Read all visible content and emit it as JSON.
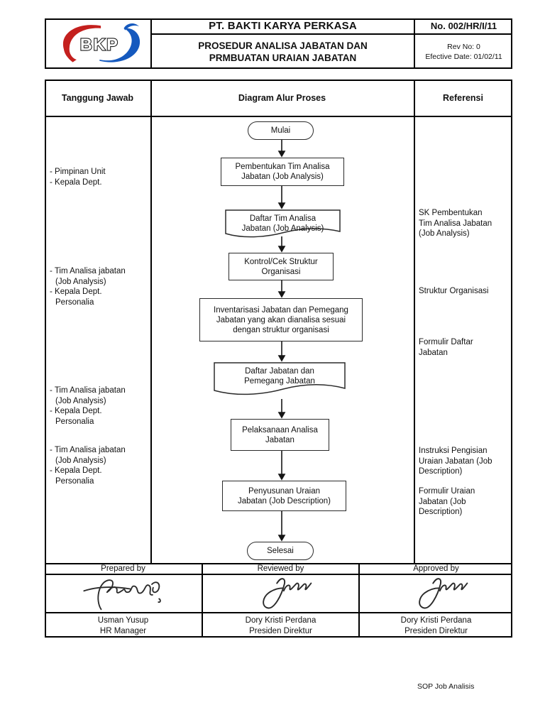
{
  "header": {
    "logo_text": "BKP",
    "logo_red": "#C4201E",
    "logo_blue": "#1559BE",
    "company": "PT. BAKTI KARYA PERKASA",
    "title_line1": "PROSEDUR ANALISA JABATAN DAN",
    "title_line2": "PRMBUATAN URAIAN JABATAN",
    "doc_no": "No. 002/HR/I/11",
    "rev_no": "Rev No: 0",
    "effective_date": "Efective Date: 01/02/11"
  },
  "table": {
    "col_responsibility": "Tanggung Jawab",
    "col_diagram": "Diagram Alur Proses",
    "col_reference": "Referensi"
  },
  "responsibilities": [
    {
      "lines": [
        "- Pimpinan Unit",
        "- Kepala Dept."
      ]
    },
    {
      "lines": [
        "- Tim Analisa jabatan",
        "(Job Analysis)",
        "- Kepala Dept.",
        "Personalia"
      ]
    },
    {
      "lines": [
        "- Tim Analisa jabatan",
        "(Job Analysis)",
        "- Kepala Dept.",
        "Personalia"
      ]
    },
    {
      "lines": [
        "- Tim Analisa jabatan",
        "(Job Analysis)",
        "- Kepala Dept.",
        "Personalia"
      ]
    }
  ],
  "flow": {
    "nodes": [
      {
        "type": "terminator",
        "lines": [
          "Mulai"
        ]
      },
      {
        "type": "process",
        "lines": [
          "Pembentukan Tim Analisa",
          "Jabatan (Job Analysis)"
        ]
      },
      {
        "type": "document",
        "lines": [
          "Daftar Tim Analisa",
          "Jabatan (Job Analysis)"
        ]
      },
      {
        "type": "process",
        "lines": [
          "Kontrol/Cek Struktur",
          "Organisasi"
        ]
      },
      {
        "type": "process",
        "lines": [
          "Inventarisasi Jabatan dan Pemegang",
          "Jabatan yang akan dianalisa sesuai",
          "dengan struktur organisasi"
        ]
      },
      {
        "type": "document",
        "lines": [
          "Daftar Jabatan dan",
          "Pemegang Jabatan"
        ]
      },
      {
        "type": "process",
        "lines": [
          "Pelaksanaan Analisa",
          "Jabatan"
        ]
      },
      {
        "type": "process",
        "lines": [
          "Penyusunan Uraian",
          "Jabatan (Job Description)"
        ]
      },
      {
        "type": "terminator",
        "lines": [
          "Selesai"
        ]
      }
    ]
  },
  "references": [
    {
      "lines": [
        "SK Pembentukan",
        "Tim Analisa Jabatan",
        "(Job Analysis)"
      ]
    },
    {
      "lines": [
        "Struktur Organisasi"
      ]
    },
    {
      "lines": [
        "Formulir Daftar",
        "Jabatan"
      ]
    },
    {
      "lines": [
        "Instruksi Pengisian",
        "Uraian Jabatan (Job",
        "Description)"
      ]
    },
    {
      "lines": [
        "Formulir Uraian",
        "Jabatan (Job",
        "Description)"
      ]
    }
  ],
  "signoff": {
    "prepared": {
      "label": "Prepared by",
      "name": "Usman Yusup",
      "title": "HR Manager"
    },
    "reviewed": {
      "label": "Reviewed by",
      "name": "Dory Kristi Perdana",
      "title": "Presiden Direktur"
    },
    "approved": {
      "label": "Approved by",
      "name": "Dory Kristi Perdana",
      "title": "Presiden Direktur"
    }
  },
  "footer": {
    "note": "SOP Job Analisis"
  }
}
